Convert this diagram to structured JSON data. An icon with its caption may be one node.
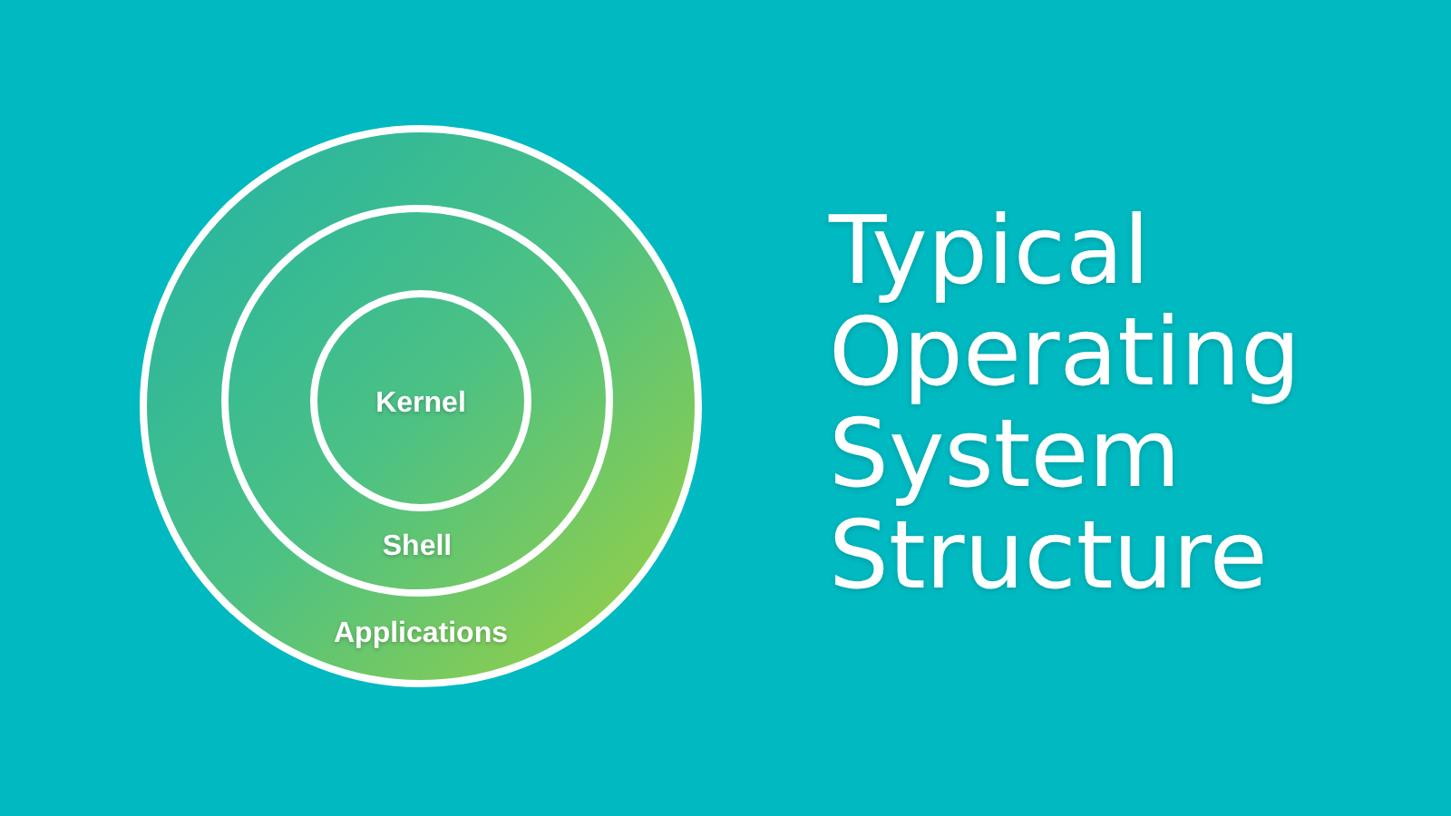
{
  "diagram": {
    "title": "Typical Operating System Structure",
    "nodes": [
      {
        "text": [
          "Applications"
        ]
      },
      {
        "text": [
          "Shell"
        ],
        "in": 0
      },
      {
        "text": [
          "Kernel"
        ],
        "in": 1
      }
    ]
  }
}
